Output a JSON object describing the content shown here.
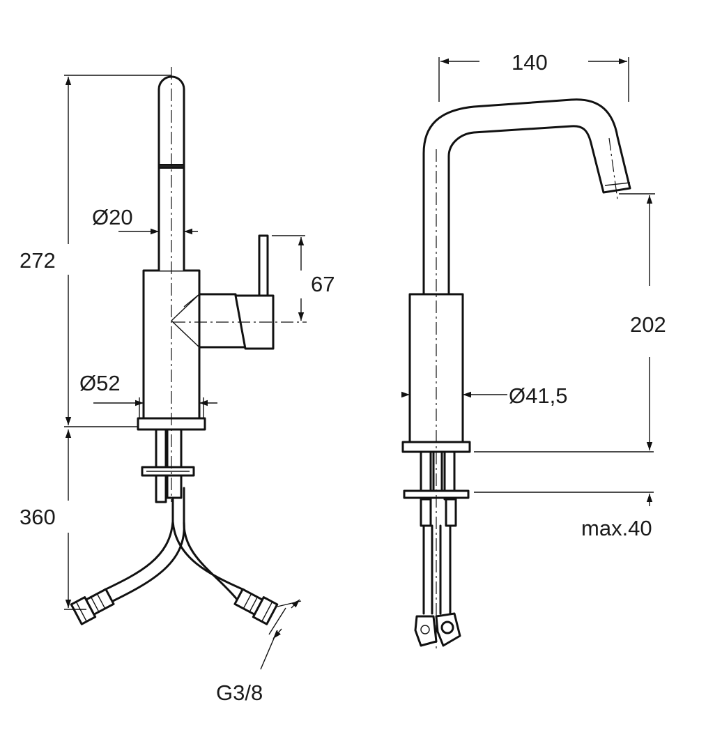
{
  "dimensions": {
    "height_total": "272",
    "spout_diameter": "Ø20",
    "lever_height": "67",
    "body_diameter": "Ø52",
    "hose_length": "360",
    "connection": "G3/8",
    "spout_reach": "140",
    "spout_height": "202",
    "side_body_diameter": "Ø41,5",
    "max_deck": "max.40"
  },
  "views": [
    "front-view",
    "side-view"
  ]
}
